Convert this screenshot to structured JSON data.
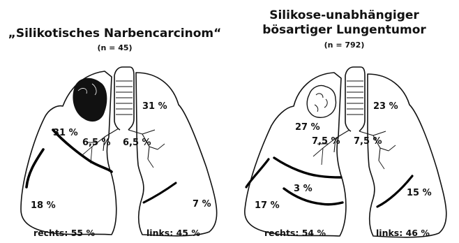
{
  "left": {
    "title_lines": [
      "„Silikotisches Narbencarcinom“"
    ],
    "n_label": "(n = 45)",
    "upper_right_lobe": "31 %",
    "upper_left_lobe": "31 %",
    "hilum_right": "6,5 %",
    "hilum_left": "6,5 %",
    "lower_right": "18 %",
    "lower_left": "7 %",
    "right_total": "rechts: 55 %",
    "left_total": "links: 45 %"
  },
  "right": {
    "title_lines": [
      "Silikose-unabhängiger",
      "bösartiger Lungentumor"
    ],
    "n_label": "(n = 792)",
    "upper_right_lobe": "27 %",
    "upper_left_lobe": "23 %",
    "hilum_right": "7,5 %",
    "hilum_left": "7,5 %",
    "middle_lobe": "3 %",
    "lower_right": "17 %",
    "lower_left": "15 %",
    "right_total": "rechts: 54 %",
    "left_total": "links: 46 %"
  }
}
